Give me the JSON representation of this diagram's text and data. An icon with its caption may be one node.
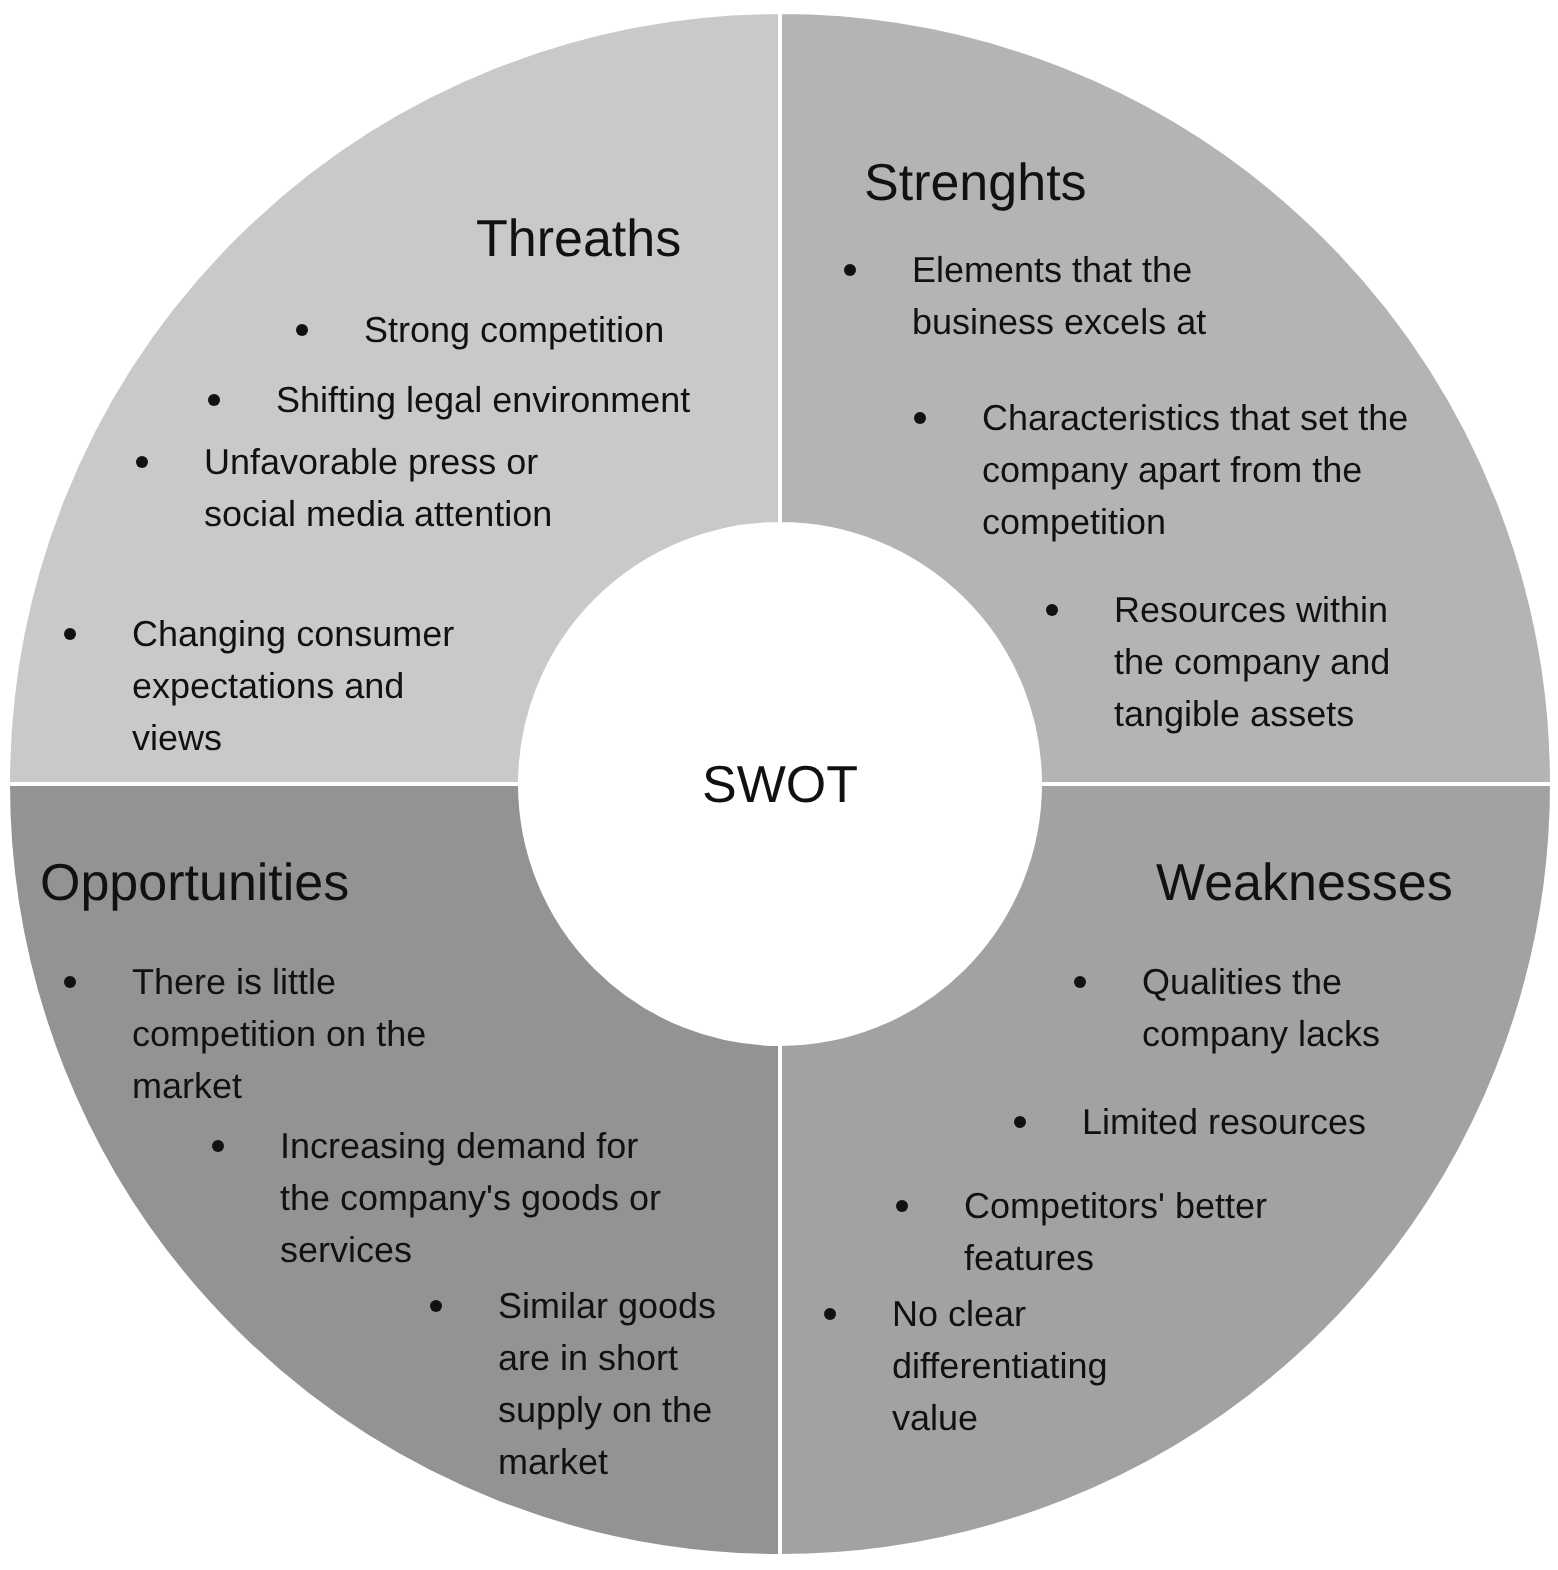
{
  "diagram": {
    "nodes": [
      {
        "text": [
          "Threaths",
          "Strong competition",
          "Shifting legal environment",
          "Unfavorable press or social media attention",
          "Changing consumer expectations and views"
        ]
      },
      {
        "text": [
          "Strenghts",
          "Elements that the business excels at",
          "Characteristics that set the company apart from the competition",
          "Resources within the company and tangible assets"
        ]
      },
      {
        "text": [
          "SWOT"
        ]
      },
      {
        "text": [
          "Opportunities",
          "There is little competition on the market",
          "Increasing demand for the company's goods or services",
          "Similar goods are in short supply on the market"
        ]
      },
      {
        "text": [
          "Weaknesses",
          "Qualities the company lacks",
          "Limited resources",
          "Competitors' better features",
          "No clear differentiating value"
        ]
      }
    ],
    "edges": []
  }
}
